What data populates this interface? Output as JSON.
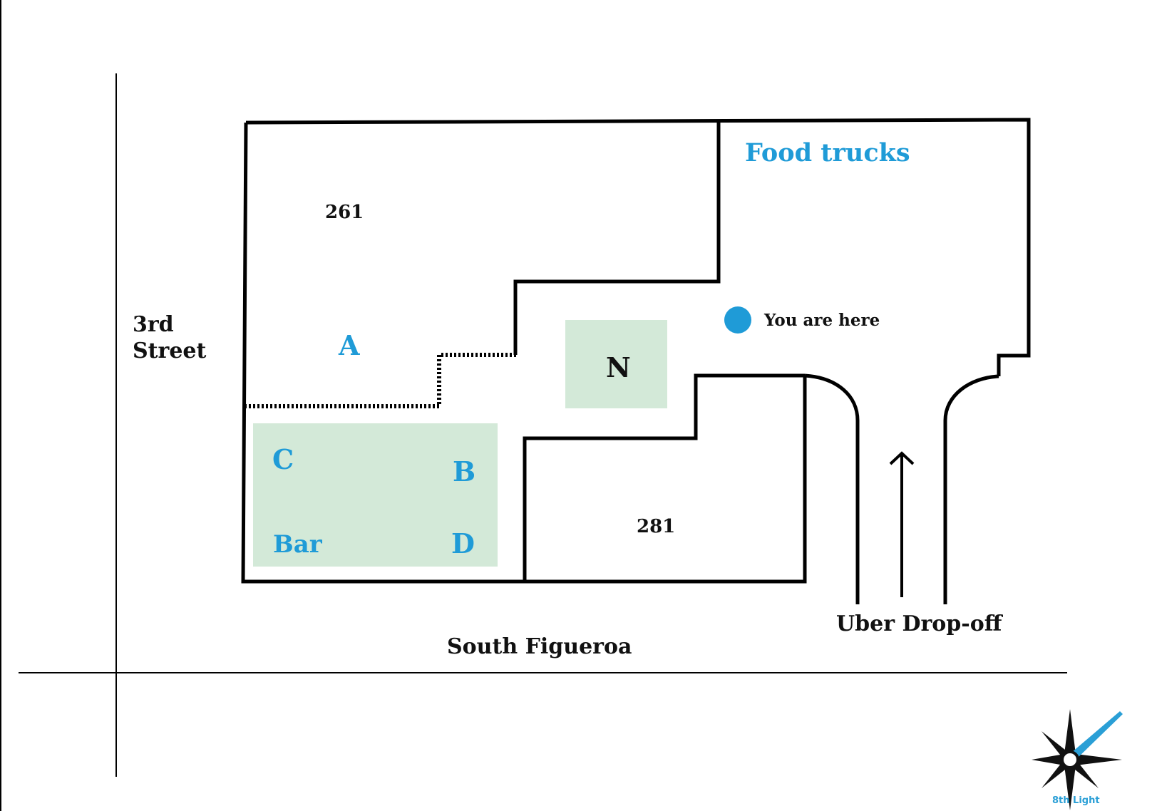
{
  "map": {
    "streets": {
      "west": "3rd\nStreet",
      "west_line1": "3rd",
      "west_line2": "Street",
      "south": "South Figueroa"
    },
    "buildings": {
      "north": "261",
      "south": "281"
    },
    "areas": {
      "a": "A",
      "b": "B",
      "c": "C",
      "d": "D",
      "bar": "Bar",
      "n": "N",
      "food_trucks": "Food trucks"
    },
    "you_are_here": "You are here",
    "uber": "Uber Drop-off",
    "logo": "8th Light"
  },
  "colors": {
    "accent": "#1f9bd7",
    "zone_fill": "#d3e9d8",
    "line": "#000000"
  }
}
